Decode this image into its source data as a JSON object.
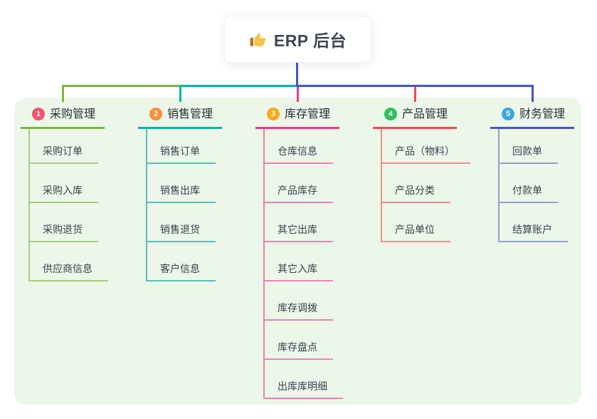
{
  "root": {
    "title": "ERP 后台",
    "icon": "thumbs-up-icon",
    "line_color": "#4355c8"
  },
  "panel": {
    "bg_color": "#ecf7e9"
  },
  "icon_colors": {
    "thumb": "#f6c445",
    "cuff": "#b5762a"
  },
  "branches": [
    {
      "number": "1",
      "label": "采购管理",
      "badge_color": "#f4526b",
      "line_color": "#7cb63f",
      "child_line_color": "#a6cf7f",
      "children": [
        "采购订单",
        "采购入库",
        "采购退货",
        "供应商信息"
      ]
    },
    {
      "number": "2",
      "label": "销售管理",
      "badge_color": "#fa8e3c",
      "line_color": "#00b3ab",
      "child_line_color": "#56c1ba",
      "children": [
        "销售订单",
        "销售出库",
        "销售退货",
        "客户信息"
      ]
    },
    {
      "number": "3",
      "label": "库存管理",
      "badge_color": "#f7a918",
      "line_color": "#ea3a8e",
      "child_line_color": "#f07fb4",
      "children": [
        "仓库信息",
        "产品库存",
        "其它出库",
        "其它入库",
        "库存调拨",
        "库存盘点",
        "出库库明细"
      ]
    },
    {
      "number": "4",
      "label": "产品管理",
      "badge_color": "#2dc05a",
      "line_color": "#f44a4f",
      "child_line_color": "#f58b85",
      "children": [
        "产品（物料）",
        "产品分类",
        "产品单位"
      ]
    },
    {
      "number": "5",
      "label": "财务管理",
      "badge_color": "#3aa7e2",
      "line_color": "#4355c8",
      "child_line_color": "#8fa0d8",
      "children": [
        "回款单",
        "付款单",
        "结算账户"
      ]
    }
  ]
}
